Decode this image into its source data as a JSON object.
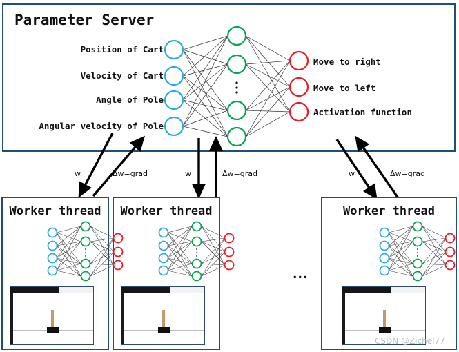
{
  "diagram": {
    "title": "Parameter Server",
    "watermark": "CSDN @Zichel77",
    "mid_ellipsis": "..."
  },
  "colors": {
    "box_border": "#1F4E79",
    "input_node": "#29ABE2",
    "hidden_node": "#00A651",
    "output_node": "#ED1C24",
    "edge": "#333333",
    "arrow": "#000000",
    "pole": "#c49a6c",
    "cart": "#101010",
    "watermark": "#b9bcc2"
  },
  "parameter_server": {
    "title": "Parameter Server",
    "input_labels": [
      "Position of Cart",
      "Velocity of Cart",
      "Angle of Pole",
      "Angular velocity of Pole"
    ],
    "output_labels": [
      "Move to right",
      "Move to left",
      "Activation function"
    ],
    "hidden_ellipsis": "⋮",
    "network": {
      "input_count": 4,
      "hidden_count": 4,
      "output_count": 3
    }
  },
  "connections": [
    {
      "id": "left",
      "down_label": "w",
      "up_label": "Δw=grad"
    },
    {
      "id": "middle",
      "down_label": "w",
      "up_label": "Δw=grad"
    },
    {
      "id": "right",
      "down_label": "w",
      "up_label": "Δw=grad"
    }
  ],
  "workers": [
    {
      "title": "Worker thread",
      "network": {
        "input_count": 4,
        "hidden_count": 4,
        "output_count": 3,
        "hidden_ellipsis": "⋮"
      },
      "sim": {
        "name": "cartpole-window"
      }
    },
    {
      "title": "Worker thread",
      "network": {
        "input_count": 4,
        "hidden_count": 4,
        "output_count": 3,
        "hidden_ellipsis": "⋮"
      },
      "sim": {
        "name": "cartpole-window"
      }
    },
    {
      "title": "Worker thread",
      "network": {
        "input_count": 4,
        "hidden_count": 4,
        "output_count": 3,
        "hidden_ellipsis": "⋮"
      },
      "sim": {
        "name": "cartpole-window"
      }
    }
  ]
}
